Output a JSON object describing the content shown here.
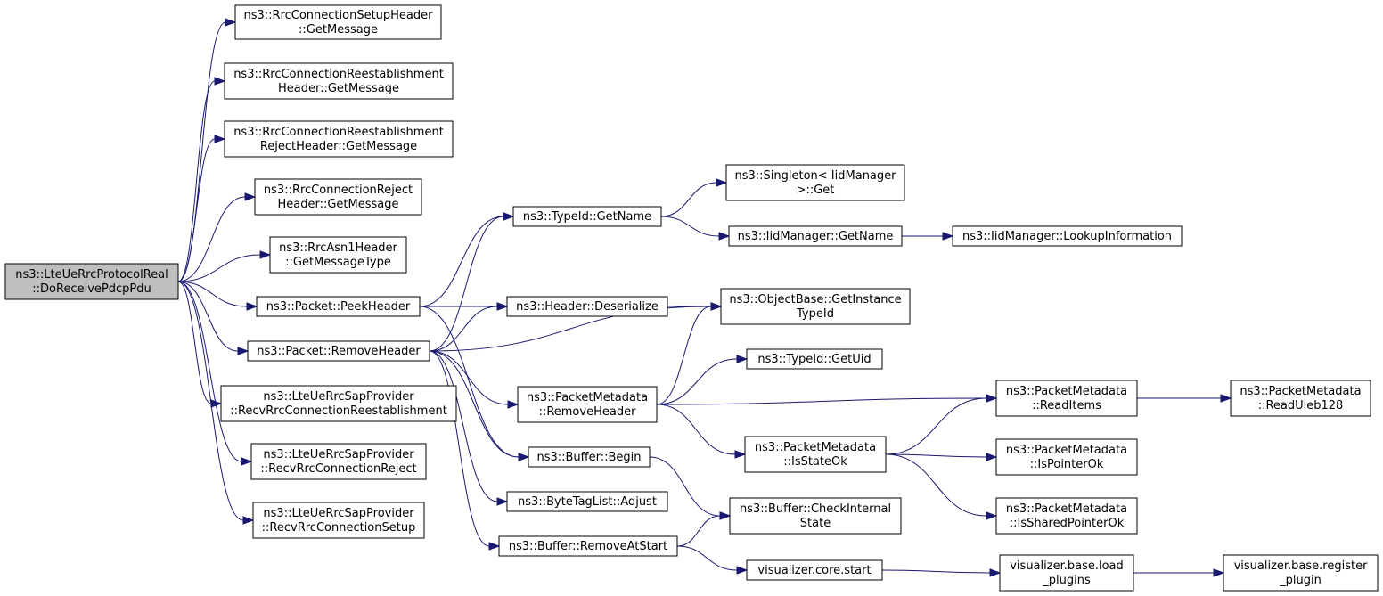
{
  "graph": {
    "nodes": [
      {
        "id": "n0",
        "lines": [
          "ns3::LteUeRrcProtocolReal",
          "::DoReceivePdcpPdu"
        ],
        "highlight": true
      },
      {
        "id": "n1",
        "lines": [
          "ns3::RrcConnectionSetupHeader",
          "::GetMessage"
        ]
      },
      {
        "id": "n2",
        "lines": [
          "ns3::RrcConnectionReestablishment",
          "Header::GetMessage"
        ]
      },
      {
        "id": "n3",
        "lines": [
          "ns3::RrcConnectionReestablishment",
          "RejectHeader::GetMessage"
        ]
      },
      {
        "id": "n4",
        "lines": [
          "ns3::RrcConnectionReject",
          "Header::GetMessage"
        ]
      },
      {
        "id": "n5",
        "lines": [
          "ns3::RrcAsn1Header",
          "::GetMessageType"
        ]
      },
      {
        "id": "n6",
        "lines": [
          "ns3::Packet::PeekHeader"
        ]
      },
      {
        "id": "n7",
        "lines": [
          "ns3::Packet::RemoveHeader"
        ]
      },
      {
        "id": "n8",
        "lines": [
          "ns3::LteUeRrcSapProvider",
          "::RecvRrcConnectionReestablishment"
        ]
      },
      {
        "id": "n9",
        "lines": [
          "ns3::LteUeRrcSapProvider",
          "::RecvRrcConnectionReject"
        ]
      },
      {
        "id": "n10",
        "lines": [
          "ns3::LteUeRrcSapProvider",
          "::RecvRrcConnectionSetup"
        ]
      },
      {
        "id": "n11",
        "lines": [
          "ns3::TypeId::GetName"
        ]
      },
      {
        "id": "n12",
        "lines": [
          "ns3::Header::Deserialize"
        ]
      },
      {
        "id": "n13",
        "lines": [
          "ns3::PacketMetadata",
          "::RemoveHeader"
        ]
      },
      {
        "id": "n14",
        "lines": [
          "ns3::Buffer::Begin"
        ]
      },
      {
        "id": "n15",
        "lines": [
          "ns3::ByteTagList::Adjust"
        ]
      },
      {
        "id": "n16",
        "lines": [
          "ns3::Buffer::RemoveAtStart"
        ]
      },
      {
        "id": "n17",
        "lines": [
          "ns3::Singleton< IidManager",
          ">::Get"
        ]
      },
      {
        "id": "n18",
        "lines": [
          "ns3::IidManager::GetName"
        ]
      },
      {
        "id": "n19",
        "lines": [
          "ns3::ObjectBase::GetInstance",
          "TypeId"
        ]
      },
      {
        "id": "n20",
        "lines": [
          "ns3::TypeId::GetUid"
        ]
      },
      {
        "id": "n21",
        "lines": [
          "ns3::PacketMetadata",
          "::IsStateOk"
        ]
      },
      {
        "id": "n22",
        "lines": [
          "ns3::Buffer::CheckInternal",
          "State"
        ]
      },
      {
        "id": "n23",
        "lines": [
          "visualizer.core.start"
        ]
      },
      {
        "id": "n24",
        "lines": [
          "ns3::IidManager::LookupInformation"
        ]
      },
      {
        "id": "n25",
        "lines": [
          "ns3::PacketMetadata",
          "::ReadItems"
        ]
      },
      {
        "id": "n26",
        "lines": [
          "ns3::PacketMetadata",
          "::IsPointerOk"
        ]
      },
      {
        "id": "n27",
        "lines": [
          "ns3::PacketMetadata",
          "::IsSharedPointerOk"
        ]
      },
      {
        "id": "n28",
        "lines": [
          "visualizer.base.load",
          "_plugins"
        ]
      },
      {
        "id": "n29",
        "lines": [
          "ns3::PacketMetadata",
          "::ReadUleb128"
        ]
      },
      {
        "id": "n30",
        "lines": [
          "visualizer.base.register",
          "_plugin"
        ]
      }
    ],
    "edges": [
      {
        "from": "n0",
        "to": "n1"
      },
      {
        "from": "n0",
        "to": "n2"
      },
      {
        "from": "n0",
        "to": "n3"
      },
      {
        "from": "n0",
        "to": "n4"
      },
      {
        "from": "n0",
        "to": "n5"
      },
      {
        "from": "n0",
        "to": "n6"
      },
      {
        "from": "n0",
        "to": "n7"
      },
      {
        "from": "n0",
        "to": "n8"
      },
      {
        "from": "n0",
        "to": "n9"
      },
      {
        "from": "n0",
        "to": "n10"
      },
      {
        "from": "n6",
        "to": "n11"
      },
      {
        "from": "n6",
        "to": "n19"
      },
      {
        "from": "n6",
        "to": "n12"
      },
      {
        "from": "n6",
        "to": "n14"
      },
      {
        "from": "n7",
        "to": "n11"
      },
      {
        "from": "n7",
        "to": "n12"
      },
      {
        "from": "n7",
        "to": "n19"
      },
      {
        "from": "n7",
        "to": "n13"
      },
      {
        "from": "n7",
        "to": "n14"
      },
      {
        "from": "n7",
        "to": "n15"
      },
      {
        "from": "n7",
        "to": "n16"
      },
      {
        "from": "n11",
        "to": "n17"
      },
      {
        "from": "n11",
        "to": "n18"
      },
      {
        "from": "n18",
        "to": "n24"
      },
      {
        "from": "n13",
        "to": "n19"
      },
      {
        "from": "n13",
        "to": "n20"
      },
      {
        "from": "n13",
        "to": "n25"
      },
      {
        "from": "n13",
        "to": "n21"
      },
      {
        "from": "n14",
        "to": "n22"
      },
      {
        "from": "n16",
        "to": "n22"
      },
      {
        "from": "n16",
        "to": "n23"
      },
      {
        "from": "n21",
        "to": "n25"
      },
      {
        "from": "n21",
        "to": "n26"
      },
      {
        "from": "n21",
        "to": "n27"
      },
      {
        "from": "n25",
        "to": "n29"
      },
      {
        "from": "n23",
        "to": "n28"
      },
      {
        "from": "n28",
        "to": "n30"
      }
    ]
  }
}
